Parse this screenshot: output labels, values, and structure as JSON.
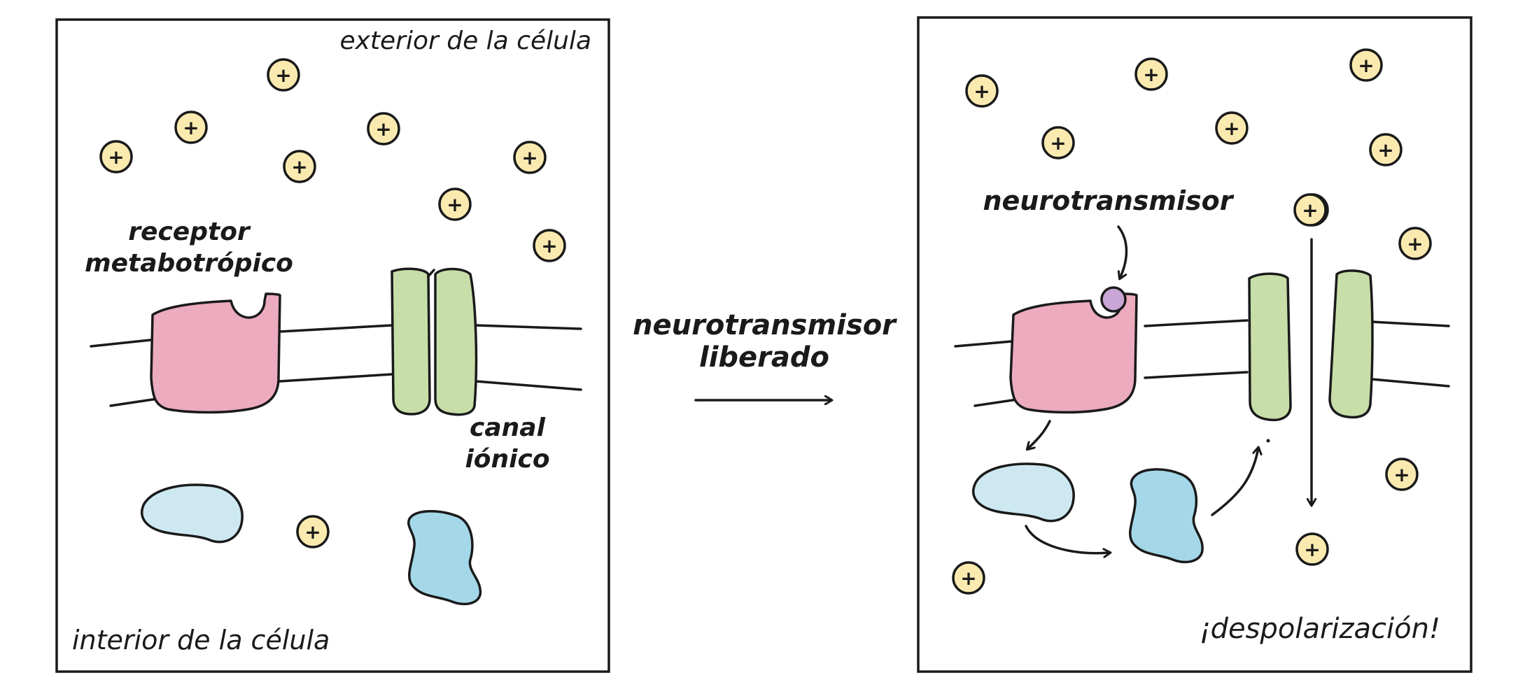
{
  "colors": {
    "ion": "#fbeab0",
    "receptor": "#ecabbe",
    "channel": "#c7dea9",
    "protein_light": "#cde8f1",
    "protein_dark": "#a4d8e9",
    "neurotransmitter": "#c9a6d6",
    "ink": "#1a1a1a"
  },
  "left_panel": {
    "label_outside": "exterior de la célula",
    "label_inside": "interior de la célula",
    "receptor_label_line1": "receptor",
    "receptor_label_line2": "metabotrópico",
    "channel_label_line1": "canal",
    "channel_label_line2": "iónico"
  },
  "middle": {
    "arrow_label_line1": "neurotransmisor",
    "arrow_label_line2": "liberado"
  },
  "right_panel": {
    "neurotransmitter_label": "neurotransmisor",
    "result_label": "¡despolarización!"
  },
  "ion_symbol": "+"
}
